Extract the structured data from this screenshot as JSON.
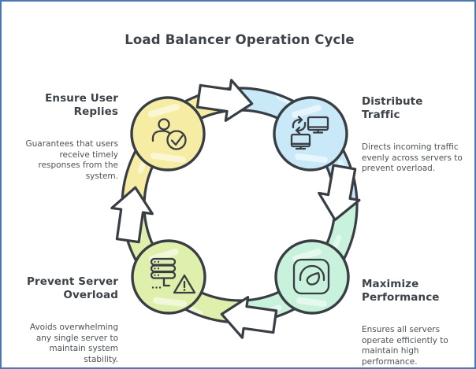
{
  "title": "Load Balancer Operation Cycle",
  "colors": {
    "frame_border": "#4c78b2",
    "background": "#ffffff",
    "outline": "#383e43",
    "heading_text": "#3c4247",
    "body_text": "#4d5257",
    "arrow_fill": "#ffffff",
    "node_yellow": "#f7eca4",
    "node_blue": "#c9e8f8",
    "node_mint": "#c8f2dc",
    "node_green": "#dff0ac"
  },
  "nodes": [
    {
      "id": "ensure-user-replies",
      "label": "Ensure User\nReplies",
      "description": "Guarantees that users\nreceive timely\nresponses from the\nsystem.",
      "color": "#f7eca4",
      "icon": "user-check-icon",
      "position": "top-left"
    },
    {
      "id": "distribute-traffic",
      "label": "Distribute\nTraffic",
      "description": "Directs incoming traffic\nevenly across servers to\nprevent overload.",
      "color": "#c9e8f8",
      "icon": "monitors-sync-icon",
      "position": "top-right"
    },
    {
      "id": "maximize-performance",
      "label": "Maximize\nPerformance",
      "description": "Ensures all servers\noperate efficiently to\nmaintain high\nperformance.",
      "color": "#c8f2dc",
      "icon": "gauge-icon",
      "position": "bottom-right"
    },
    {
      "id": "prevent-server-overload",
      "label": "Prevent Server\nOverload",
      "description": "Avoids overwhelming\nany single server to\nmaintain system\nstability.",
      "color": "#dff0ac",
      "icon": "server-warning-icon",
      "position": "bottom-left"
    }
  ]
}
